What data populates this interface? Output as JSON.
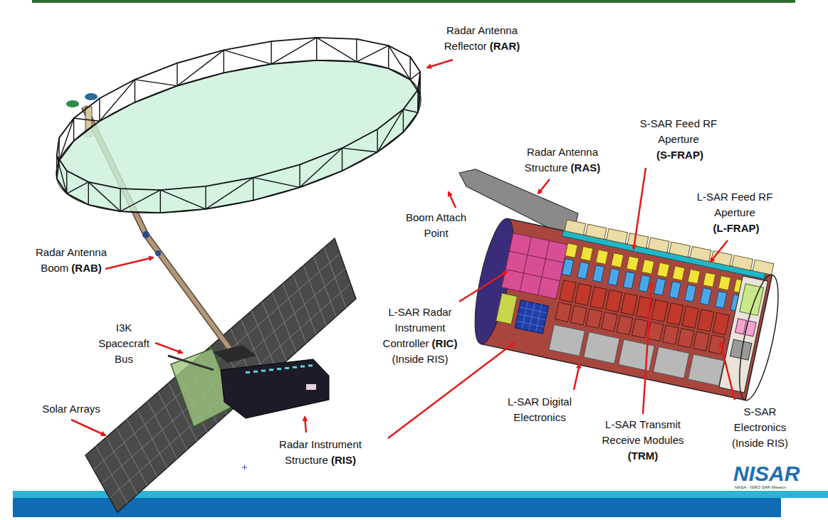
{
  "diagram": {
    "labels": [
      "Radar Antenna Reflector",
      "(RAR)",
      "S-SAR Feed RF Aperture",
      "(S-FRAP)",
      "Radar Antenna Structure",
      "(RAS)",
      "L-SAR Feed RF Aperture",
      "(L-FRAP)",
      "Boom Attach Point",
      "Radar Antenna Boom",
      "(RAB)",
      "L-SAR Radar Instrument Controller",
      "(RIC)",
      "(Inside RIS)",
      "I3K Spacecraft Bus",
      "L-SAR Digital Electronics",
      "L-SAR Transmit Receive Modules",
      "(TRM)",
      "S-SAR Electronics (Inside RIS)",
      "Solar Arrays",
      "Radar Instrument Structure",
      "(RIS)",
      "NISAR",
      "NASA - ISRO SAR Mission"
    ]
  }
}
